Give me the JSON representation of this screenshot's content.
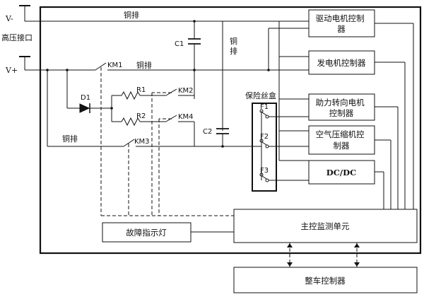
{
  "labels": {
    "v_minus": "V-",
    "v_plus": "V+",
    "hv_port": "高压接口",
    "busbar": "铜排",
    "c1": "C1",
    "c2": "C2",
    "d1": "D1",
    "r1": "R1",
    "r2": "R2",
    "km1": "KM1",
    "km2": "KM2",
    "km3": "KM3",
    "km4": "KM4",
    "fuse_box": "保险丝盒",
    "f1": "F1",
    "f2": "F2",
    "f3": "F3"
  },
  "controllers": [
    {
      "id": "drive-motor-controller",
      "lines": [
        "驱动电机控制",
        "器"
      ]
    },
    {
      "id": "generator-controller",
      "lines": [
        "发电机控制器"
      ]
    },
    {
      "id": "power-steering-controller",
      "lines": [
        "助力转向电机",
        "控制器"
      ]
    },
    {
      "id": "air-compressor-controller",
      "lines": [
        "空气压缩机控",
        "制器"
      ]
    },
    {
      "id": "dcdc-converter",
      "lines": [
        "DC/DC"
      ]
    }
  ],
  "main_unit": "主控监测单元",
  "fault_lamp": "故障指示灯",
  "vehicle_controller": "整车控制器",
  "colors": {
    "line": "#111111",
    "background": "#ffffff"
  }
}
